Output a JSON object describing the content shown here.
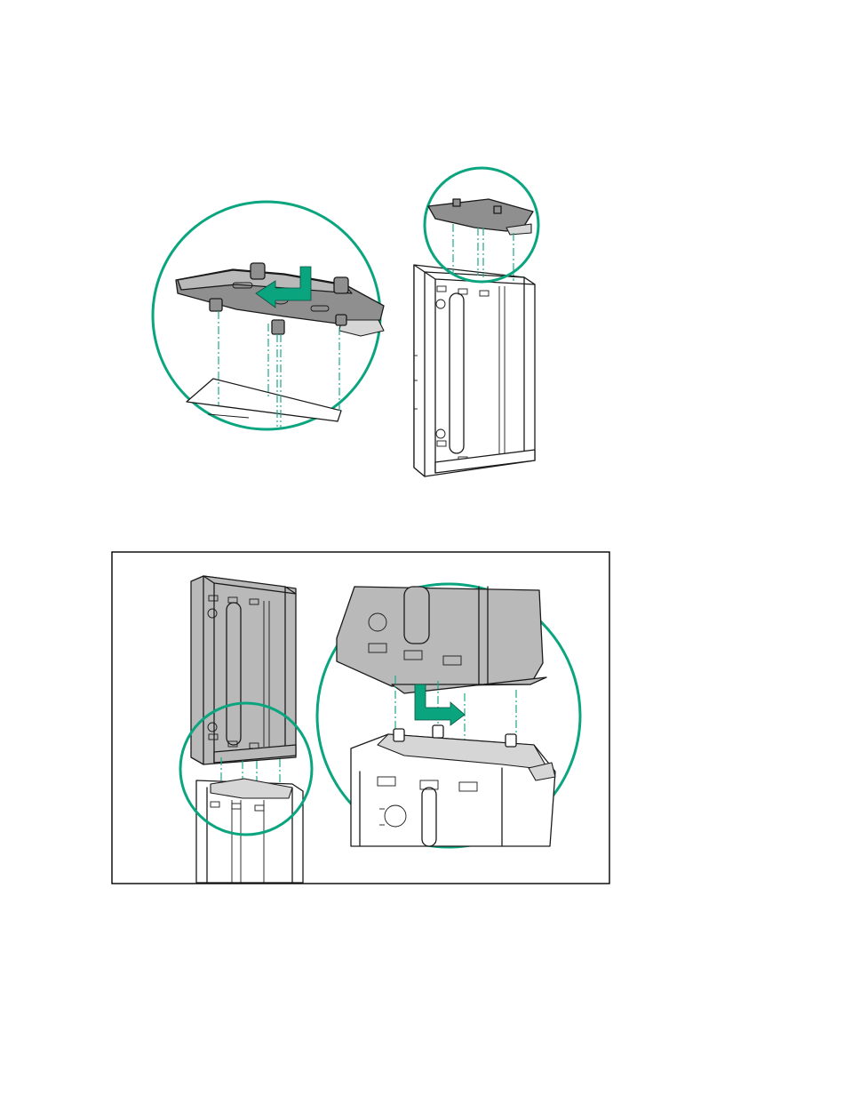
{
  "figures": [
    {
      "id": "tray-clip-installation",
      "framed": false,
      "callout_count": 2,
      "arrow_direction": "down-then-left"
    },
    {
      "id": "cage-stacking",
      "framed": true,
      "callout_count": 2,
      "arrow_direction": "down-then-right"
    }
  ],
  "colors": {
    "callout_circle": "#0aa57f",
    "arrow": "#0aa57f",
    "guide_line": "#1ea68a",
    "part_grey": "#b9b9b9",
    "part_dark": "#8f8f8f",
    "frame": "#000000"
  },
  "icons": {
    "arrow_top": "down-left-arrow-icon",
    "arrow_bottom": "down-right-arrow-icon"
  }
}
